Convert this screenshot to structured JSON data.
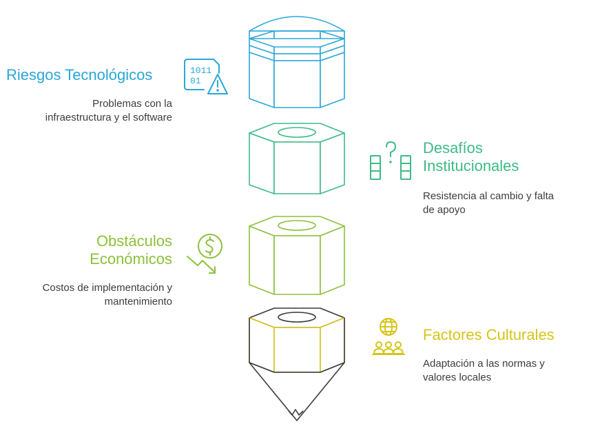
{
  "colors": {
    "tech": "#2aa7d8",
    "inst": "#3dba86",
    "econ": "#8cc03a",
    "cult": "#d6c418",
    "text": "#3c3c3c"
  },
  "sections": {
    "tech": {
      "title": "Riesgos Tecnológicos",
      "desc_line1": "Problemas con la",
      "desc_line2": "infraestructura y el software",
      "icon": "binary-warning-icon"
    },
    "inst": {
      "title_line1": "Desafíos",
      "title_line2": "Institucionales",
      "desc_line1": "Resistencia al cambio y falta",
      "desc_line2": "de apoyo",
      "icon": "question-doors-icon"
    },
    "econ": {
      "title_line1": "Obstáculos",
      "title_line2": "Económicos",
      "desc_line1": "Costos de implementación y",
      "desc_line2": "mantenimiento",
      "icon": "dollar-decline-icon"
    },
    "cult": {
      "title": "Factores Culturales",
      "desc_line1": "Adaptación a las normas y",
      "desc_line2": "valores locales",
      "icon": "globe-people-icon"
    }
  }
}
